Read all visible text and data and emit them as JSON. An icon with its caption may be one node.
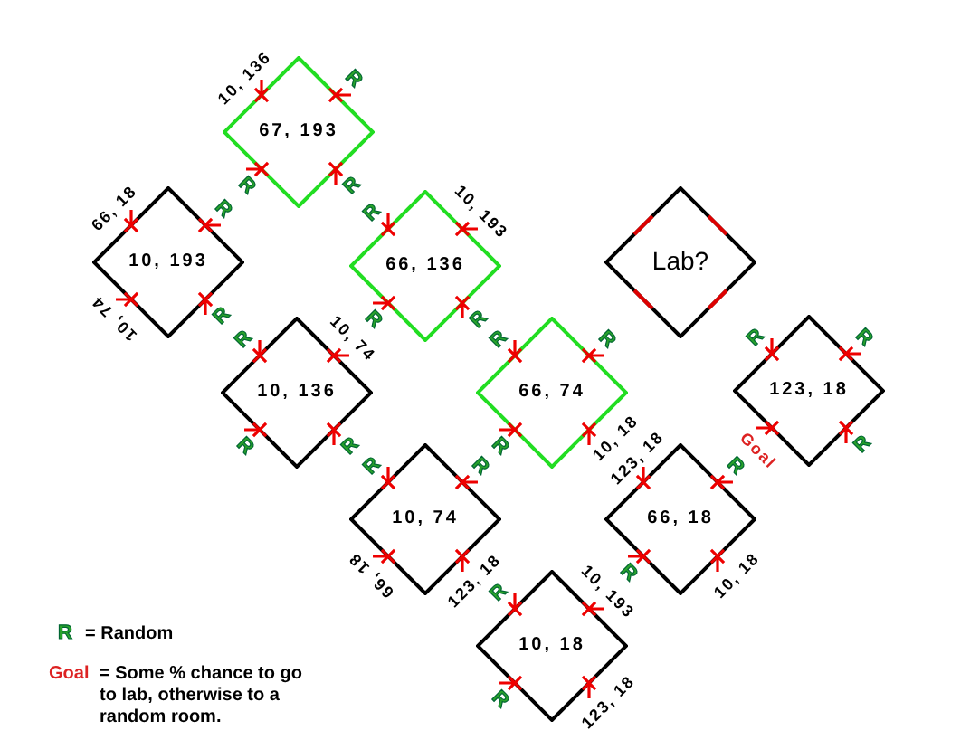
{
  "diagram": {
    "nodes": [
      {
        "text": [
          "67, 193"
        ],
        "beside": [
          "10, 136",
          "R",
          "R",
          "R"
        ]
      },
      {
        "text": [
          "10, 193"
        ],
        "beside": [
          "66, 18",
          "R",
          "10, 74",
          "R"
        ]
      },
      {
        "text": [
          "66, 136"
        ],
        "beside": [
          "R",
          "10, 193",
          "R",
          "R"
        ]
      },
      {
        "text": [
          "10, 136"
        ],
        "beside": [
          "R",
          "10, 74",
          "R",
          "R"
        ]
      },
      {
        "text": [
          "Lab?"
        ]
      },
      {
        "text": [
          "66, 74"
        ],
        "beside": [
          "R",
          "R",
          "R",
          "10, 18"
        ]
      },
      {
        "text": [
          "123, 18"
        ],
        "beside": [
          "R",
          "R",
          "Goal",
          "R"
        ]
      },
      {
        "text": [
          "10, 74"
        ],
        "beside": [
          "R",
          "R",
          "66, 18",
          "123, 18"
        ]
      },
      {
        "text": [
          "66, 18"
        ],
        "beside": [
          "123, 18",
          "R",
          "R",
          "10, 18"
        ]
      },
      {
        "text": [
          "10, 18"
        ],
        "beside": [
          "R",
          "10, 193",
          "R",
          "123, 18"
        ]
      }
    ],
    "edges": [],
    "labels": [
      "R",
      "= Random",
      "Goal",
      "= Some % chance to go to lab, otherwise to a random room."
    ]
  }
}
